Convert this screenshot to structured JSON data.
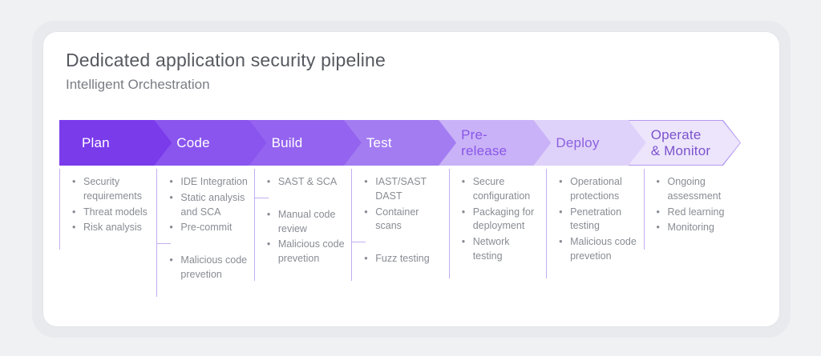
{
  "header": {
    "title": "Dedicated application security pipeline",
    "subtitle": "Intelligent Orchestration"
  },
  "pipeline": {
    "stages": [
      {
        "label": "Plan",
        "fill": "#7a3beb",
        "text_color": "#ffffff"
      },
      {
        "label": "Code",
        "fill": "#8a55ee",
        "text_color": "#ffffff"
      },
      {
        "label": "Build",
        "fill": "#9463ef",
        "text_color": "#ffffff"
      },
      {
        "label": "Test",
        "fill": "#a37cf2",
        "text_color": "#ffffff"
      },
      {
        "label": "Pre-\nrelease",
        "fill": "#c9b2f7",
        "text_color": "#8a56e8"
      },
      {
        "label": "Deploy",
        "fill": "#dfd2fa",
        "text_color": "#8d60e0"
      },
      {
        "label": "Operate\n& Monitor",
        "fill": "#ece5fc",
        "text_color": "#7d52cc",
        "border": "#b49af0"
      }
    ]
  },
  "columns": [
    {
      "stage": "Plan",
      "groups": [
        [
          "Security requirements",
          "Threat models",
          "Risk analysis"
        ]
      ]
    },
    {
      "stage": "Code",
      "groups": [
        [
          "IDE Integration",
          "Static analysis and SCA",
          "Pre-commit"
        ],
        [
          "Malicious code prevetion"
        ]
      ]
    },
    {
      "stage": "Build",
      "groups": [
        [
          "SAST & SCA"
        ],
        [
          "Manual code review",
          "Malicious code prevetion"
        ]
      ]
    },
    {
      "stage": "Test",
      "groups": [
        [
          "IAST/SAST DAST",
          "Container scans"
        ],
        [
          "Fuzz testing"
        ]
      ]
    },
    {
      "stage": "Pre-release",
      "groups": [
        [
          "Secure configuration",
          "Packaging for deployment",
          "Network testing"
        ]
      ]
    },
    {
      "stage": "Deploy",
      "groups": [
        [
          "Operational protections",
          "Penetration testing",
          "Malicious code prevetion"
        ]
      ]
    },
    {
      "stage": "Operate & Monitor",
      "groups": [
        [
          "Ongoing assessment",
          "Red learning",
          "Monitoring"
        ]
      ]
    }
  ],
  "accent_colors": {
    "column_rule": "#c3aeef",
    "bullet_text": "#888c93"
  }
}
